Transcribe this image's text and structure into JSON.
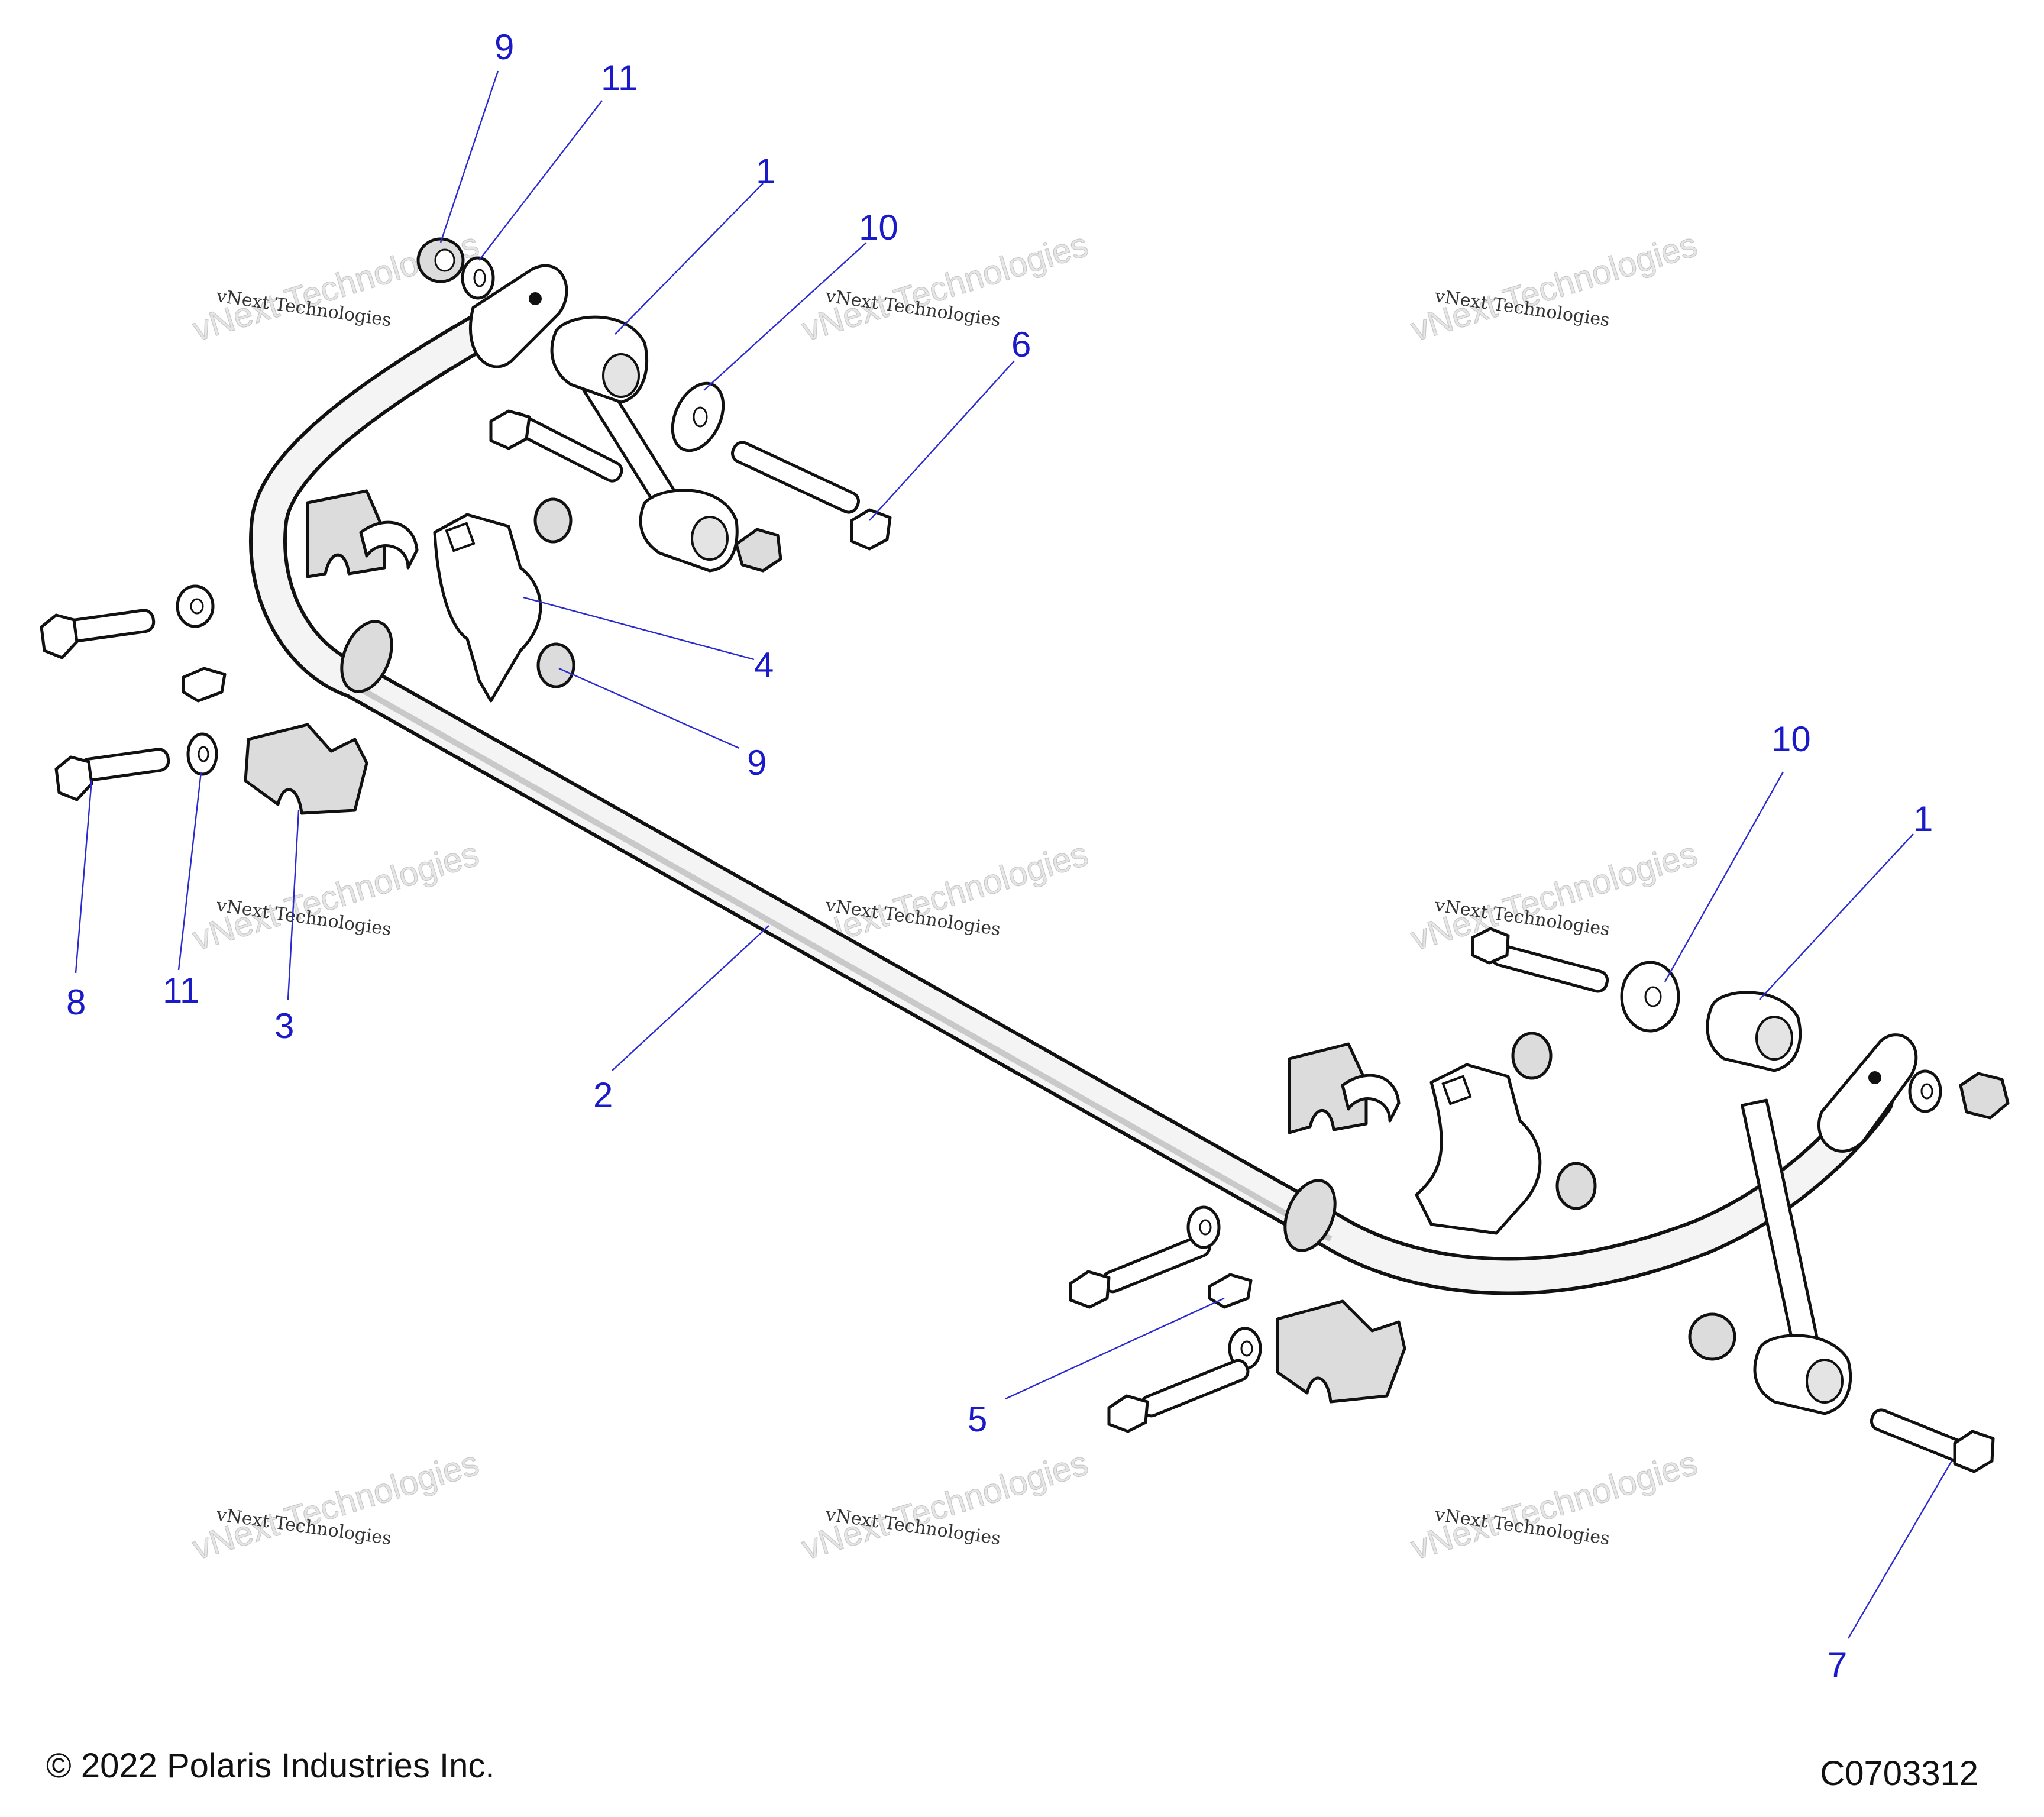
{
  "diagram": {
    "callouts": [
      "9",
      "11",
      "1",
      "10",
      "6",
      "4",
      "9",
      "10",
      "1",
      "8",
      "11",
      "3",
      "2",
      "5",
      "7"
    ],
    "watermark": {
      "small_text": "vNext Technologies",
      "large_text": "vNext Technologies"
    },
    "footer": {
      "copyright": "© 2022 Polaris Industries Inc.",
      "drawing_id": "C0703312"
    },
    "colors": {
      "callout": "#1a1ac8",
      "outline": "#111111",
      "watermark": "#c8c8c8"
    }
  }
}
